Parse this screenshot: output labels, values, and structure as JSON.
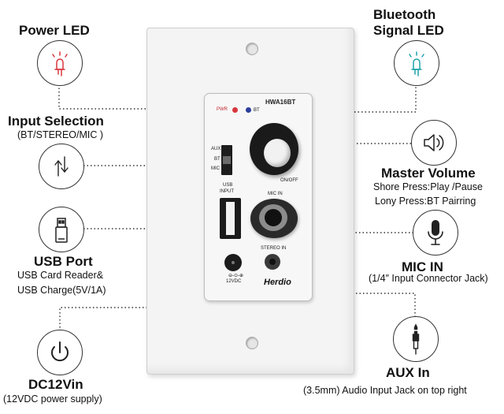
{
  "device": {
    "model": "HWA16BT",
    "pwr_label": "PWR",
    "bt_label": "BT",
    "switch_positions": [
      "AUX",
      "BT",
      "MIC"
    ],
    "usb_label_1": "USB",
    "usb_label_2": "INPUT",
    "knob_label": "ON/OFF",
    "mic_label": "MIC IN",
    "stereo_label": "STEREO IN",
    "dc_label": "12VDC",
    "brand": "Herdio"
  },
  "callouts": {
    "power_led": {
      "title": "Power LED",
      "icon": "led-red-icon",
      "color": "#d9363e"
    },
    "bt_led": {
      "title_1": "Bluetooth",
      "title_2": "Signal LED",
      "icon": "led-teal-icon",
      "color": "#1fa3a8"
    },
    "input_selection": {
      "title": "Input Selection",
      "desc": "(BT/STEREO/MIC )",
      "icon": "switch-arrows-icon"
    },
    "usb_port": {
      "title": "USB Port",
      "desc_1": "USB Card Reader&",
      "desc_2": "USB Charge(5V/1A)",
      "icon": "usb-stick-icon"
    },
    "dc12vin": {
      "title": "DC12Vin",
      "desc": "(12VDC power supply)",
      "icon": "power-icon"
    },
    "master_volume": {
      "title": "Master Volume",
      "desc_1": "Shore Press:Play /Pause",
      "desc_2": "Lony Press:BT Pairring",
      "icon": "speaker-icon"
    },
    "mic_in": {
      "title": "MIC IN",
      "desc": "(1/4″ Input Connector Jack)",
      "icon": "microphone-icon"
    },
    "aux_in": {
      "title": "AUX In",
      "desc": "(3.5mm) Audio Input Jack on top right",
      "icon": "aux-plug-icon"
    }
  }
}
